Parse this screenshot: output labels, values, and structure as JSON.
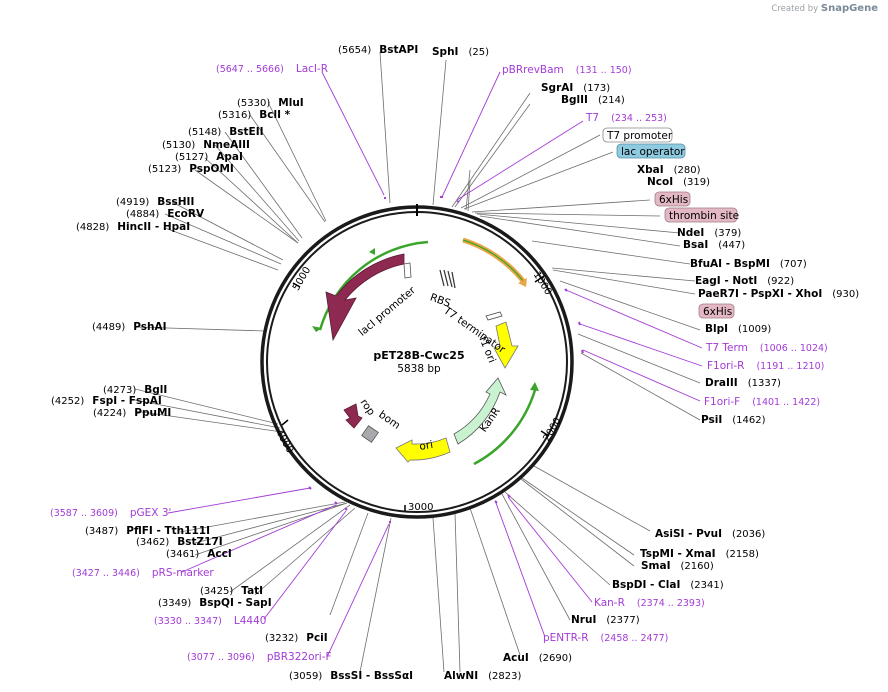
{
  "credit": {
    "prefix": "Created by",
    "brand": "SnapGene"
  },
  "plasmid": {
    "name": "pET28B-Cwc25",
    "length_label": "5838 bp"
  },
  "ticks": [
    "1000",
    "2000",
    "3000",
    "4000",
    "5000"
  ],
  "enzymes": [
    {
      "name": "BstAPI",
      "pos": "(5654)"
    },
    {
      "name": "SphI",
      "pos": "(25)"
    },
    {
      "name": "SgrAI",
      "pos": "(173)"
    },
    {
      "name": "BglII",
      "pos": "(214)"
    },
    {
      "name": "XbaI",
      "pos": "(280)"
    },
    {
      "name": "NcoI",
      "pos": "(319)"
    },
    {
      "name": "NdeI",
      "pos": "(379)"
    },
    {
      "name": "BsaI",
      "pos": "(447)"
    },
    {
      "name": "BfuAI - BspMI",
      "pos": "(707)"
    },
    {
      "name": "EagI - NotI",
      "pos": "(922)"
    },
    {
      "name": "PaeR7I - PspXI - XhoI",
      "pos": "(930)"
    },
    {
      "name": "BlpI",
      "pos": "(1009)"
    },
    {
      "name": "DraIII",
      "pos": "(1337)"
    },
    {
      "name": "PsiI",
      "pos": "(1462)"
    },
    {
      "name": "AsiSI - PvuI",
      "pos": "(2036)"
    },
    {
      "name": "TspMI - XmaI",
      "pos": "(2158)"
    },
    {
      "name": "SmaI",
      "pos": "(2160)"
    },
    {
      "name": "BspDI - ClaI",
      "pos": "(2341)"
    },
    {
      "name": "NruI",
      "pos": "(2377)"
    },
    {
      "name": "AcuI",
      "pos": "(2690)"
    },
    {
      "name": "AlwNI",
      "pos": "(2823)"
    },
    {
      "name": "BssSI - BssSαI",
      "pos": "(3059)"
    },
    {
      "name": "PciI",
      "pos": "(3232)"
    },
    {
      "name": "BspQI - SapI",
      "pos": "(3349)"
    },
    {
      "name": "TatI",
      "pos": "(3425)"
    },
    {
      "name": "AccI",
      "pos": "(3461)"
    },
    {
      "name": "BstZ17I",
      "pos": "(3462)"
    },
    {
      "name": "PflFI - Tth111I",
      "pos": "(3487)"
    },
    {
      "name": "PpuMI",
      "pos": "(4224)"
    },
    {
      "name": "FspI - FspAI",
      "pos": "(4252)"
    },
    {
      "name": "BglI",
      "pos": "(4273)"
    },
    {
      "name": "PshAI",
      "pos": "(4489)"
    },
    {
      "name": "HincII - HpaI",
      "pos": "(4828)"
    },
    {
      "name": "EcoRV",
      "pos": "(4884)"
    },
    {
      "name": "BssHII",
      "pos": "(4919)"
    },
    {
      "name": "PspOMI",
      "pos": "(5123)"
    },
    {
      "name": "ApaI",
      "pos": "(5127)"
    },
    {
      "name": "NmeAIII",
      "pos": "(5130)"
    },
    {
      "name": "BstEII",
      "pos": "(5148)"
    },
    {
      "name": "BclI *",
      "pos": "(5316)"
    },
    {
      "name": "MluI",
      "pos": "(5330)"
    }
  ],
  "primers": [
    {
      "name": "LacI-R",
      "range": "(5647 .. 5666)"
    },
    {
      "name": "pBRrevBam",
      "range": "(131 .. 150)"
    },
    {
      "name": "T7",
      "range": "(234 .. 253)"
    },
    {
      "name": "T7 Term",
      "range": "(1006 .. 1024)"
    },
    {
      "name": "F1ori-R",
      "range": "(1191 .. 1210)"
    },
    {
      "name": "F1ori-F",
      "range": "(1401 .. 1422)"
    },
    {
      "name": "Kan-R",
      "range": "(2374 .. 2393)"
    },
    {
      "name": "pENTR-R",
      "range": "(2458 .. 2477)"
    },
    {
      "name": "pBR322ori-F",
      "range": "(3077 .. 3096)"
    },
    {
      "name": "L4440",
      "range": "(3330 .. 3347)"
    },
    {
      "name": "pRS-marker",
      "range": "(3427 .. 3446)"
    },
    {
      "name": "pGEX 3'",
      "range": "(3587 .. 3609)"
    }
  ],
  "feature_boxes": [
    "T7 promoter",
    "lac operator",
    "6xHis",
    "thrombin site",
    "6xHis"
  ],
  "features": [
    "lacI",
    "lacI promoter",
    "RBS",
    "T7 terminator",
    "f1 ori",
    "KanR",
    "ori",
    "bom",
    "rop"
  ],
  "colors": {
    "lacI": "#8e2a52",
    "kanR": "#c8f2d0",
    "f1ori": "#ffff00",
    "ori": "#ffff00",
    "rop": "#8e2a52",
    "bom": "#a7a9ac",
    "orf": "#3aa52a",
    "cwc25": "#e9a646",
    "primer": "#a33bd6",
    "lacOperator": "#8ecae0",
    "his": "#e3b8c4"
  }
}
